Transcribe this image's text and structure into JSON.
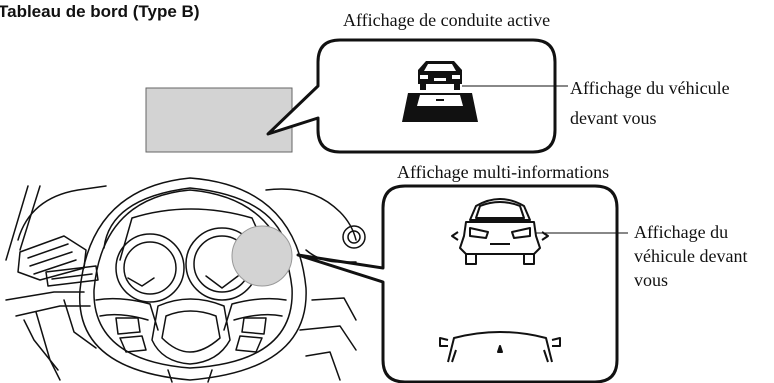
{
  "title": "Tableau de bord (Type B)",
  "top_callout": {
    "heading": "Affichage de conduite active",
    "label_line1": "Affichage du véhicule",
    "label_line2": "devant vous"
  },
  "bottom_callout": {
    "heading": "Affichage multi-informations",
    "label_line1": "Affichage du",
    "label_line2": "véhicule devant",
    "label_line3": "vous"
  },
  "colors": {
    "line": "#111111",
    "display_fill": "#d3d3d3",
    "display_stroke": "#666666"
  }
}
